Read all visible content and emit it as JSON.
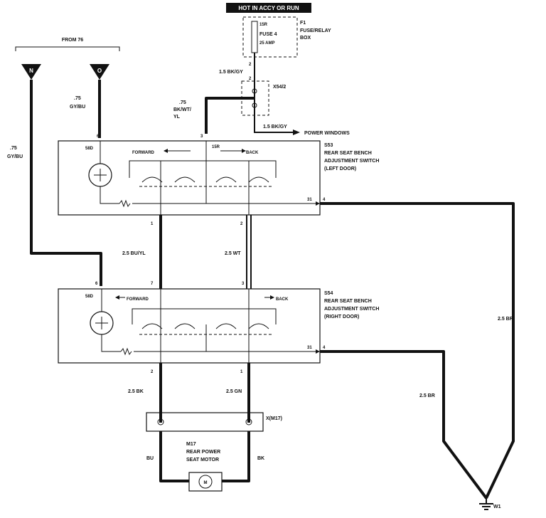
{
  "top_banner": "HOT IN ACCY OR RUN",
  "fuse_box": {
    "terminal": "15R",
    "fuse": "FUSE 4",
    "rating": "25 AMP",
    "id": "F1",
    "name_line1": "FUSE/RELAY",
    "name_line2": "BOX"
  },
  "from_label": "FROM 76",
  "terminal_n": "N",
  "terminal_o": "O",
  "connector_x54": "X54/2",
  "wires": {
    "gy_bu_left_l1": ".75",
    "gy_bu_left_l2": "GY/BU",
    "gy_bu_mid_l1": ".75",
    "gy_bu_mid_l2": "GY/BU",
    "bk_wt_yl_l1": ".75",
    "bk_wt_yl_l2": "BK/WT/",
    "bk_wt_yl_l3": "YL",
    "bk_gy_top": "1.5 BK/GY",
    "bk_gy_bottom": "1.5 BK/GY",
    "bu_yl": "2.5 BU/YL",
    "wt": "2.5 WT",
    "br_right": "2.5 BR",
    "br_mid": "2.5 BR",
    "bk_lower": "2.5 BK",
    "gn_lower": "2.5 GN",
    "bu_motor": "BU",
    "bk_motor": "BK"
  },
  "power_windows": "POWER WINDOWS",
  "switch_s53": {
    "id": "S53",
    "line1": "REAR SEAT BENCH",
    "line2": "ADJUSTMENT SWITCH",
    "line3": "(LEFT DOOR)",
    "forward": "FORWARD",
    "back": "BACK",
    "lamp_term": "58D",
    "center_term": "15R",
    "pin_6": "6",
    "pin_3": "3",
    "pin_31": "31",
    "pin_4": "4",
    "pin_1": "1",
    "pin_2": "2"
  },
  "switch_s54": {
    "id": "S54",
    "line1": "REAR SEAT BENCH",
    "line2": "ADJUSTMENT SWITCH",
    "line3": "(RIGHT DOOR)",
    "forward": "FORWARD",
    "back": "BACK",
    "lamp_term": "58D",
    "pin_6": "6",
    "pin_7": "7",
    "pin_3": "3",
    "pin_31": "31",
    "pin_4": "4",
    "pin_2": "2",
    "pin_1": "1"
  },
  "fuse_pin_2": "2",
  "x54_pin": "2",
  "connector_m17": "X(M17)",
  "motor": {
    "id": "M17",
    "line1": "REAR POWER",
    "line2": "SEAT MOTOR",
    "symbol": "M"
  },
  "ground": "W1"
}
